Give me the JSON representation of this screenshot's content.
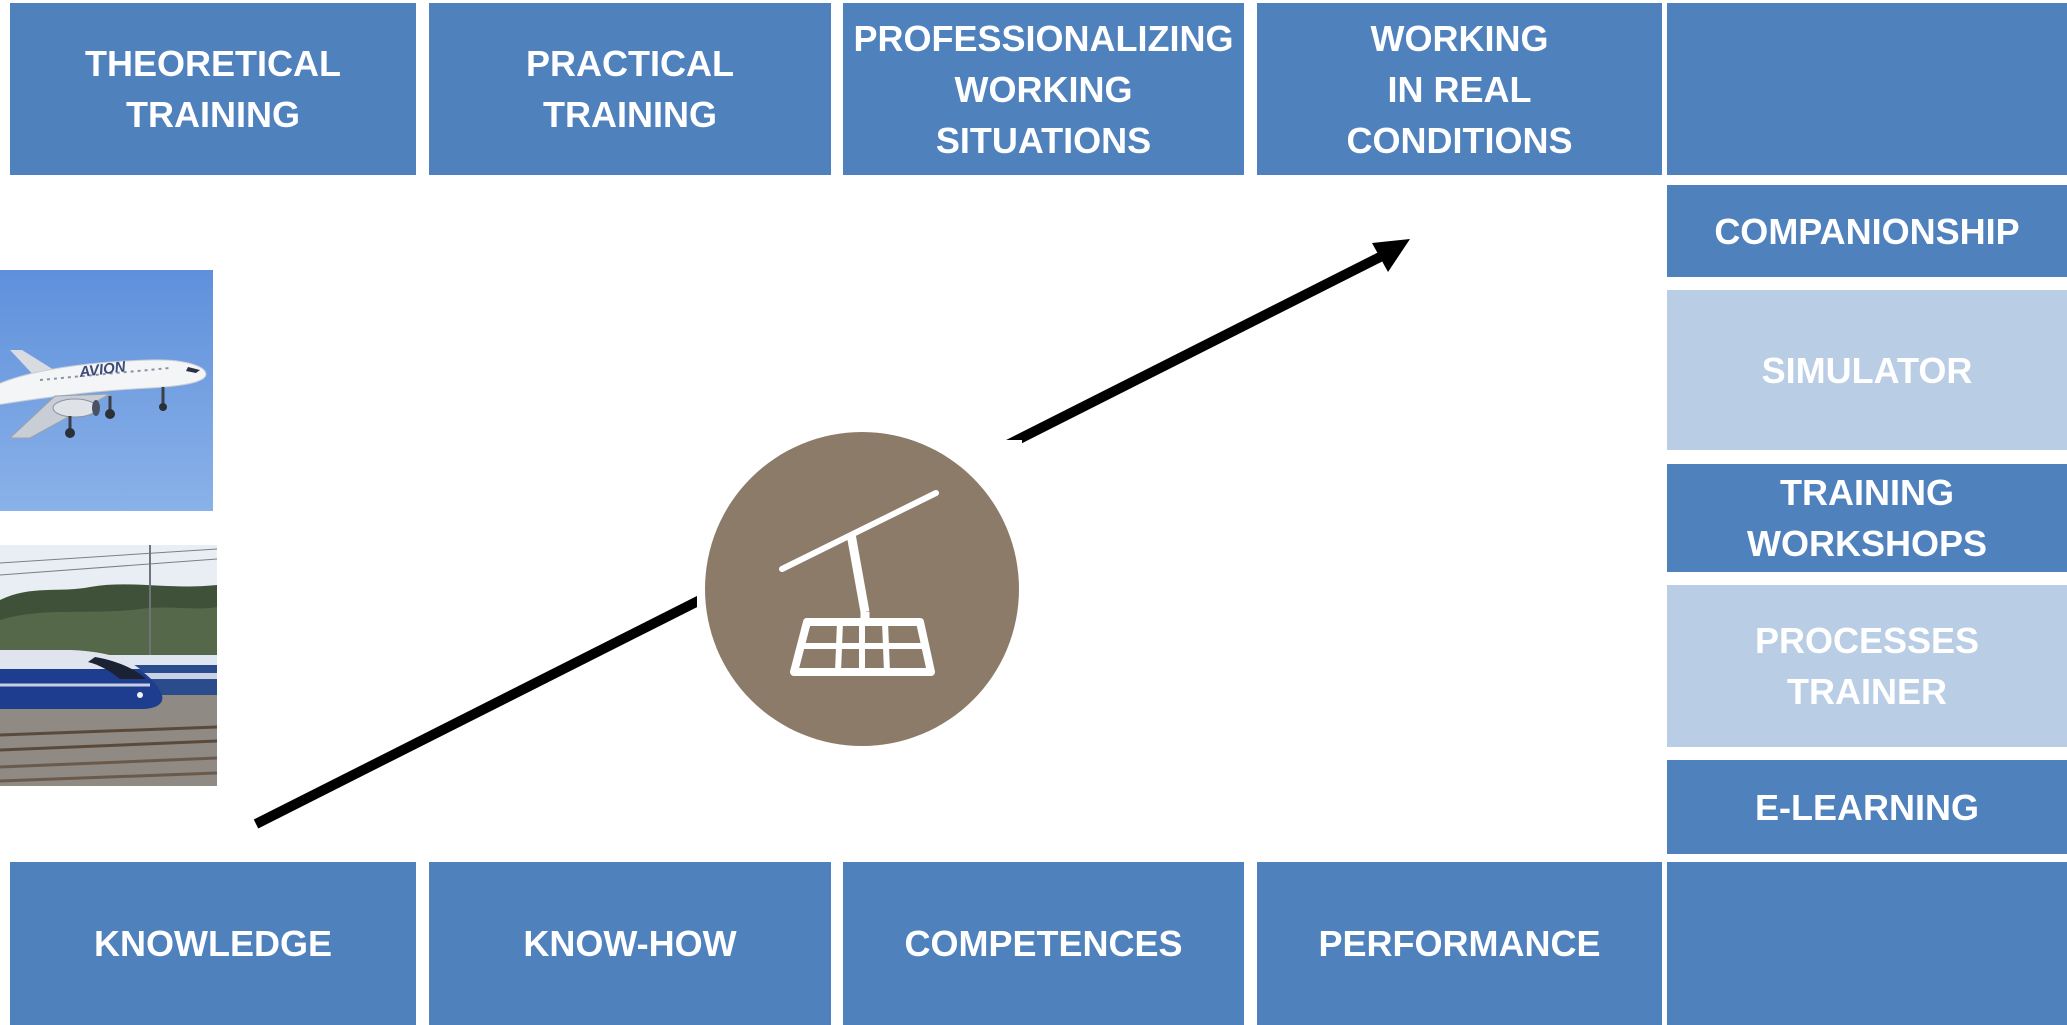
{
  "top_row": [
    "THEORETICAL\nTRAINING",
    "PRACTICAL\nTRAINING",
    "PROFESSIONALIZING\nWORKING\nSITUATIONS",
    "WORKING\nIN REAL\nCONDITIONS",
    ""
  ],
  "bottom_row": [
    "KNOWLEDGE",
    "KNOW-HOW",
    "COMPETENCES",
    "PERFORMANCE",
    ""
  ],
  "side_column": [
    "COMPANIONSHIP",
    "SIMULATOR",
    "TRAINING\nWORKSHOPS",
    "PROCESSES\nTRAINER",
    "E-LEARNING"
  ],
  "photos": {
    "airplane_livery": "AVION"
  },
  "icon": "cable-car-icon",
  "colors": {
    "box_dark": "#4f81bd",
    "box_light": "#b9cde5",
    "icon_circle": "#8c7b68",
    "arrow": "#000000"
  }
}
